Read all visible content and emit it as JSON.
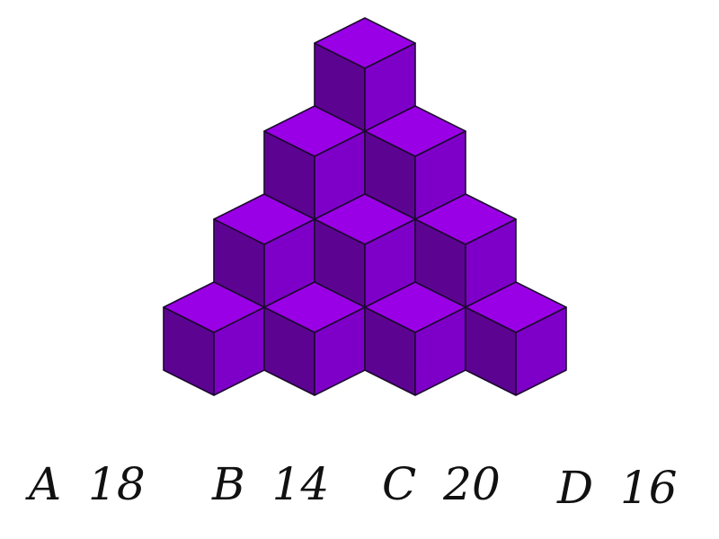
{
  "cube_colors": {
    "top": "#9a00e6",
    "left": "#5c0491",
    "right": "#7e00c8"
  },
  "pyramid": {
    "rows": [
      {
        "cubes": 1
      },
      {
        "cubes": 2
      },
      {
        "cubes": 3
      },
      {
        "cubes": 4
      }
    ]
  },
  "options": [
    {
      "letter": "A",
      "value": "18"
    },
    {
      "letter": "B",
      "value": "14"
    },
    {
      "letter": "C",
      "value": "20"
    },
    {
      "letter": "D",
      "value": "16"
    }
  ]
}
